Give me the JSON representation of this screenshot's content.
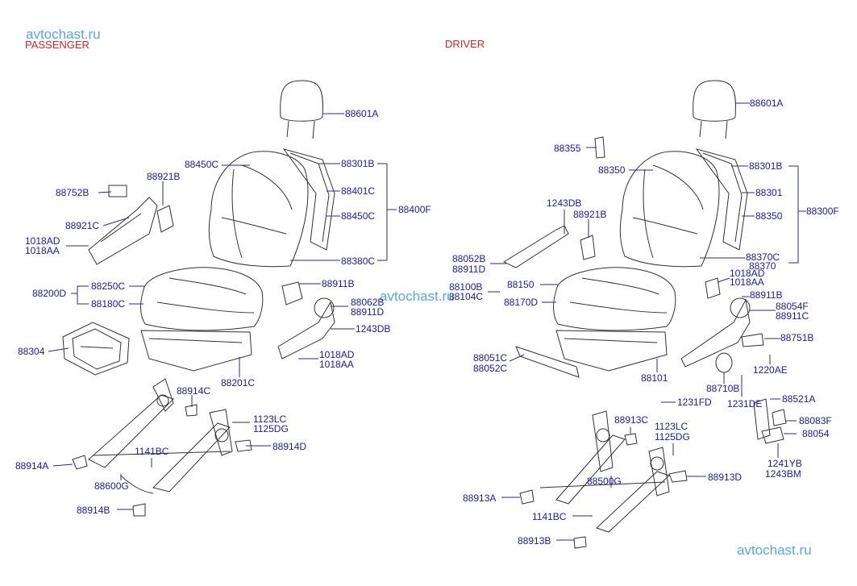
{
  "watermarks": [
    "avtochast.ru",
    "avtochast.ru",
    "avtochast.ru"
  ],
  "headers": {
    "passenger": "PASSENGER",
    "driver": "DRIVER"
  },
  "passenger_labels": [
    "88601A",
    "88450C",
    "88301B",
    "88752B",
    "88921B",
    "88401C",
    "88450C",
    "88400F",
    "88921C",
    "1018AD",
    "1018AA",
    "88380C",
    "88200D",
    "88250C",
    "88180C",
    "88911B",
    "88062B",
    "88911D",
    "1243DB",
    "88304",
    "1018AD",
    "1018AA",
    "88201C",
    "88914C",
    "1123LC",
    "1125DG",
    "1141BC",
    "88914D",
    "88914A",
    "88600G",
    "88914B"
  ],
  "driver_labels": [
    "88601A",
    "88355",
    "88350",
    "88301B",
    "88301",
    "1243DB",
    "88921B",
    "88350",
    "88300F",
    "88052B",
    "88911D",
    "88370C",
    "88370",
    "1018AD",
    "1018AA",
    "88100B",
    "88104C",
    "88150",
    "88170D",
    "88911B",
    "88054F",
    "88911C",
    "88751B",
    "88051C",
    "88052C",
    "88101",
    "88710B",
    "1220AE",
    "1231FD",
    "1231DE",
    "88521A",
    "88913C",
    "1123LC",
    "1125DG",
    "88083F",
    "88054",
    "1241YB",
    "1243BM",
    "88500G",
    "88913D",
    "88913A",
    "1141BC",
    "88913B"
  ]
}
